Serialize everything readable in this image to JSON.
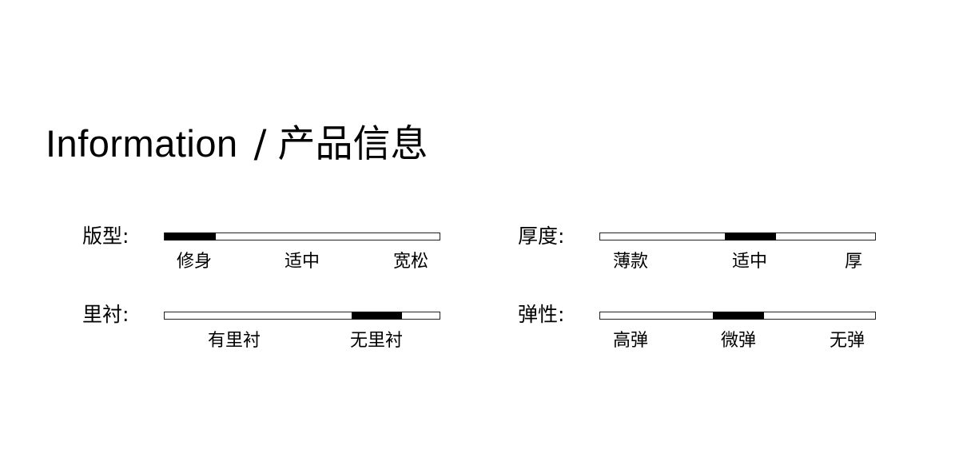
{
  "title": {
    "en": "Information",
    "separator": "/",
    "cn": "产品信息"
  },
  "attributes": [
    {
      "label": "版型:",
      "options": [
        "修身",
        "适中",
        "宽松"
      ],
      "indicator": {
        "start": 0.0,
        "end": 0.185
      }
    },
    {
      "label": "厚度:",
      "options": [
        "薄款",
        "适中",
        "厚"
      ],
      "indicator": {
        "start": 0.454,
        "end": 0.639
      }
    },
    {
      "label": "里衬:",
      "options": [
        "有里衬",
        "无里衬"
      ],
      "indicator": {
        "start": 0.679,
        "end": 0.864
      }
    },
    {
      "label": "弹性:",
      "options": [
        "高弹",
        "微弹",
        "无弹"
      ],
      "indicator": {
        "start": 0.41,
        "end": 0.595
      }
    }
  ]
}
